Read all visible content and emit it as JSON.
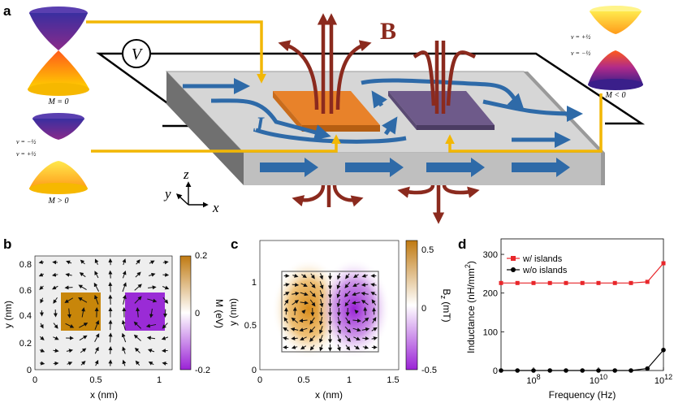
{
  "panel_a": {
    "letter": "a",
    "voltage_label": "V",
    "field_label": "B",
    "current_label": "J",
    "axes": {
      "z": "z",
      "y": "y",
      "x": "x"
    },
    "cones": {
      "zero_mass": {
        "label": "M = 0"
      },
      "positive_mass": {
        "label": "M > 0",
        "upper": "ν = −½",
        "lower": "ν = +½"
      },
      "negative_mass": {
        "label": "M < 0",
        "upper": "ν = +½",
        "lower": "ν = −½"
      }
    },
    "colors": {
      "arrow_yellow": "#f2b705",
      "field_red": "#8b2a1e",
      "current_blue": "#2e6aa8",
      "orange_island": "#e8822a",
      "purple_island": "#6e5a8a"
    }
  },
  "panel_b": {
    "letter": "b",
    "xlabel": "x (nm)",
    "ylabel": "y (nm)",
    "xticks": [
      "0",
      "0.5",
      "1"
    ],
    "yticks": [
      "0",
      "0.2",
      "0.4",
      "0.6",
      "0.8"
    ],
    "colorbar": {
      "label": "M (eV)",
      "ticks": [
        "0.2",
        "0",
        "-0.2"
      ]
    },
    "islands": [
      {
        "name": "left",
        "value": 0.2,
        "color": "#c8860a"
      },
      {
        "name": "right",
        "value": -0.2,
        "color": "#9a2bd6"
      }
    ]
  },
  "panel_c": {
    "letter": "c",
    "xlabel": "x (nm)",
    "ylabel": "y (nm)",
    "xticks": [
      "0",
      "0.5",
      "1",
      "1.5"
    ],
    "yticks": [
      "0",
      "0.5",
      "1"
    ],
    "colorbar": {
      "label": "B",
      "label_sub": "z",
      "label_unit": " (mT)",
      "ticks": [
        "0.5",
        "0",
        "-0.5"
      ]
    }
  },
  "panel_d": {
    "letter": "d"
  },
  "chart_data": {
    "type": "line",
    "xlabel": "Frequency (Hz)",
    "ylabel": "Inductance (nH/mm",
    "ylabel_sup": "2",
    "ylabel_close": ")",
    "xscale": "log",
    "xlim": [
      10000000.0,
      1000000000000.0
    ],
    "ylim": [
      0,
      340
    ],
    "xticks": [
      {
        "base": "10",
        "exp": "8",
        "value": 100000000.0
      },
      {
        "base": "10",
        "exp": "10",
        "value": 10000000000.0
      },
      {
        "base": "10",
        "exp": "12",
        "value": 1000000000000.0
      }
    ],
    "yticks": [
      "0",
      "100",
      "200",
      "300"
    ],
    "legend_position": "top-left",
    "x": [
      10000000.0,
      32000000.0,
      100000000.0,
      320000000.0,
      1000000000.0,
      3200000000.0,
      10000000000.0,
      32000000000.0,
      100000000000.0,
      320000000000.0,
      1000000000000.0
    ],
    "series": [
      {
        "name": "w/ islands",
        "color": "#e8262a",
        "marker": "square",
        "values": [
          226,
          226,
          226,
          226,
          226,
          226,
          226,
          226,
          226,
          229,
          277
        ]
      },
      {
        "name": "w/o islands",
        "color": "#000000",
        "marker": "circle",
        "values": [
          0,
          0,
          0,
          0,
          0,
          0,
          0,
          0,
          0,
          5,
          53
        ]
      }
    ]
  }
}
